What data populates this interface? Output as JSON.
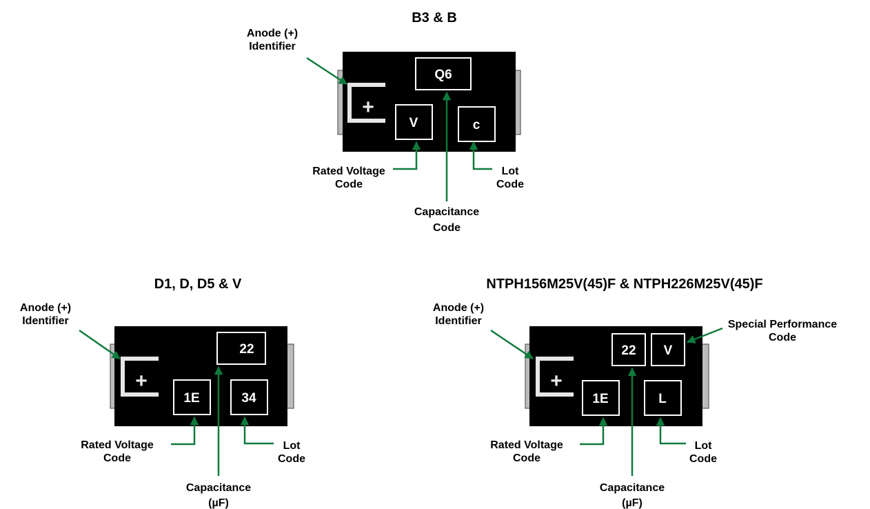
{
  "colors": {
    "arrow": "#0f7a3c",
    "body": "#000000",
    "terminal": "#bcbcbc",
    "marking": "#e6e6e6"
  },
  "diagrams": [
    {
      "title": "B3 & B",
      "codes": {
        "capacitance": "Q6",
        "voltage": "V",
        "lot": "c"
      },
      "labels": {
        "anode": [
          "Anode (+)",
          "Identifier"
        ],
        "voltage": [
          "Rated Voltage",
          "Code"
        ],
        "lot": [
          "Lot",
          "Code"
        ],
        "capacitance": [
          "Capacitance",
          "Code"
        ]
      }
    },
    {
      "title": "D1, D, D5 & V",
      "codes": {
        "capacitance": "22",
        "voltage": "1E",
        "lot": "34"
      },
      "labels": {
        "anode": [
          "Anode (+)",
          "Identifier"
        ],
        "voltage": [
          "Rated Voltage",
          "Code"
        ],
        "lot": [
          "Lot",
          "Code"
        ],
        "capacitance": [
          "Capacitance",
          "(µF)"
        ]
      }
    },
    {
      "title": "NTPH156M25V(45)F & NTPH226M25V(45)F",
      "codes": {
        "capacitance": "22",
        "special": "V",
        "voltage": "1E",
        "lot": "L"
      },
      "labels": {
        "anode": [
          "Anode (+)",
          "Identifier"
        ],
        "special": [
          "Special Performance",
          "Code"
        ],
        "voltage": [
          "Rated Voltage",
          "Code"
        ],
        "lot": [
          "Lot",
          "Code"
        ],
        "capacitance": [
          "Capacitance",
          "(µF)"
        ]
      }
    }
  ]
}
